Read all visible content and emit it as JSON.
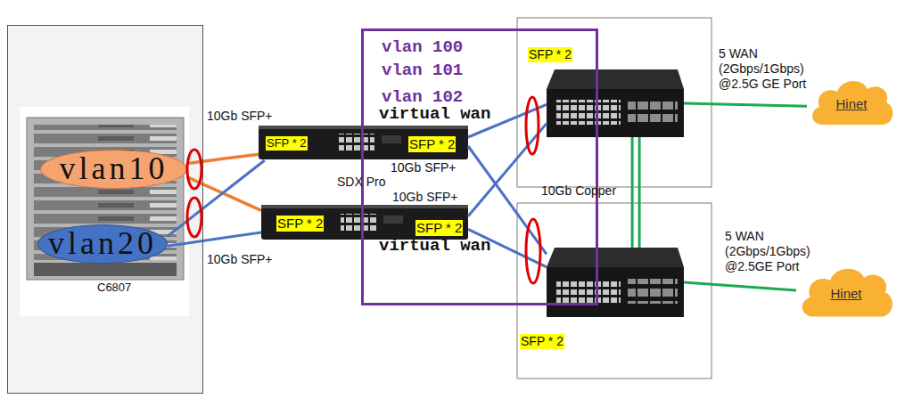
{
  "diagram": {
    "nodes": [
      {
        "text": [
          "C6807"
        ]
      },
      {
        "text": [
          "vlan10"
        ],
        "in": 0
      },
      {
        "text": [
          "vlan20"
        ],
        "in": 0
      },
      {
        "text": [
          "SFP * 2",
          "SFP * 2"
        ]
      },
      {
        "text": [
          "SFP * 2",
          "SFP * 2"
        ]
      },
      {
        "text": [
          "vlan 100",
          "vlan 101",
          "vlan 102"
        ]
      },
      {
        "text": [
          "SFP * 2"
        ]
      },
      {
        "text": [
          "SFP * 2"
        ]
      },
      {
        "text": [
          "Hinet"
        ]
      },
      {
        "text": [
          "Hinet"
        ]
      }
    ],
    "edges": [
      {
        "from": 1,
        "to": 3,
        "arrow": "none"
      },
      {
        "from": 1,
        "to": 4,
        "arrow": "none"
      },
      {
        "from": 2,
        "to": 3,
        "arrow": "none"
      },
      {
        "from": 2,
        "to": 4,
        "arrow": "none"
      },
      {
        "from": 3,
        "to": 6,
        "arrow": "none"
      },
      {
        "from": 3,
        "to": 7,
        "arrow": "none"
      },
      {
        "from": 4,
        "to": 6,
        "arrow": "none"
      },
      {
        "from": 4,
        "to": 7,
        "arrow": "none"
      },
      {
        "from": 6,
        "to": 7,
        "arrow": "none"
      },
      {
        "from": 6,
        "to": 8,
        "arrow": "none"
      },
      {
        "from": 7,
        "to": 9,
        "arrow": "none"
      }
    ],
    "labels": [
      "10Gb SFP+",
      "10Gb SFP+",
      "SDX Pro",
      "virtual wan",
      "10Gb SFP+",
      "10Gb SFP+",
      "virtual wan",
      "10Gb Copper",
      "5 WAN (2Gbps/1Gbps) @2.5G GE Port",
      "5 WAN (2Gbps/1Gbps) @2.5GE Port"
    ]
  }
}
